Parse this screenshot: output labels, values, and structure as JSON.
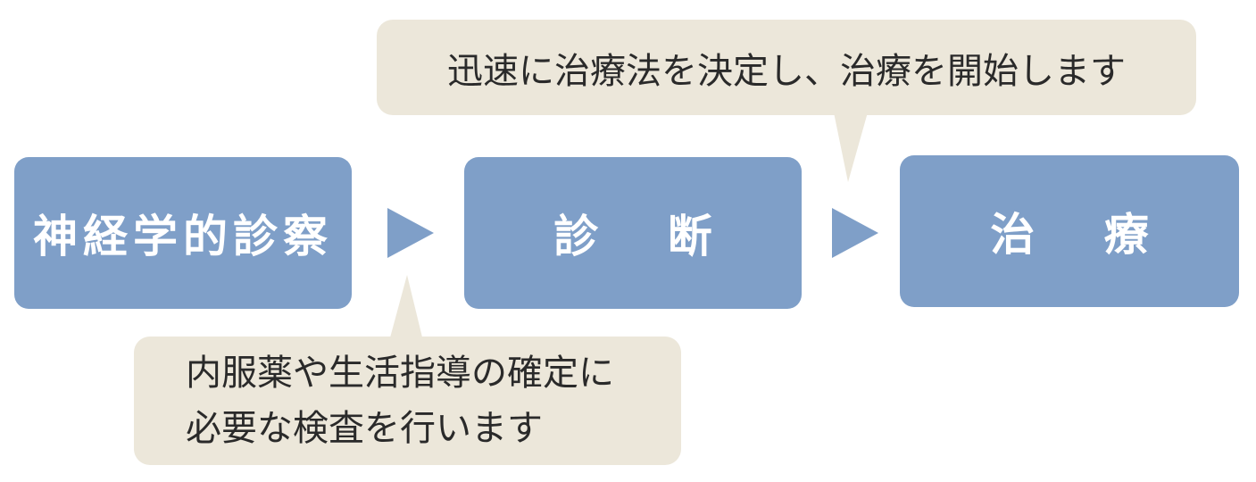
{
  "steps": [
    {
      "label": "神経学的診察"
    },
    {
      "label": "診 断"
    },
    {
      "label": "治 療"
    }
  ],
  "callouts": {
    "top": {
      "text": "迅速に治療法を決定し、治療を開始します"
    },
    "bottom": {
      "lines": [
        "内服薬や生活指導の確定に",
        "必要な検査を行います"
      ]
    }
  },
  "colors": {
    "step_fill": "#7f9fc8",
    "callout_fill": "#ece7da",
    "step_text": "#ffffff",
    "callout_text": "#2a2a2a"
  },
  "icons": {
    "arrows": [
      "right-triangle-arrow-icon",
      "right-triangle-arrow-icon"
    ]
  }
}
